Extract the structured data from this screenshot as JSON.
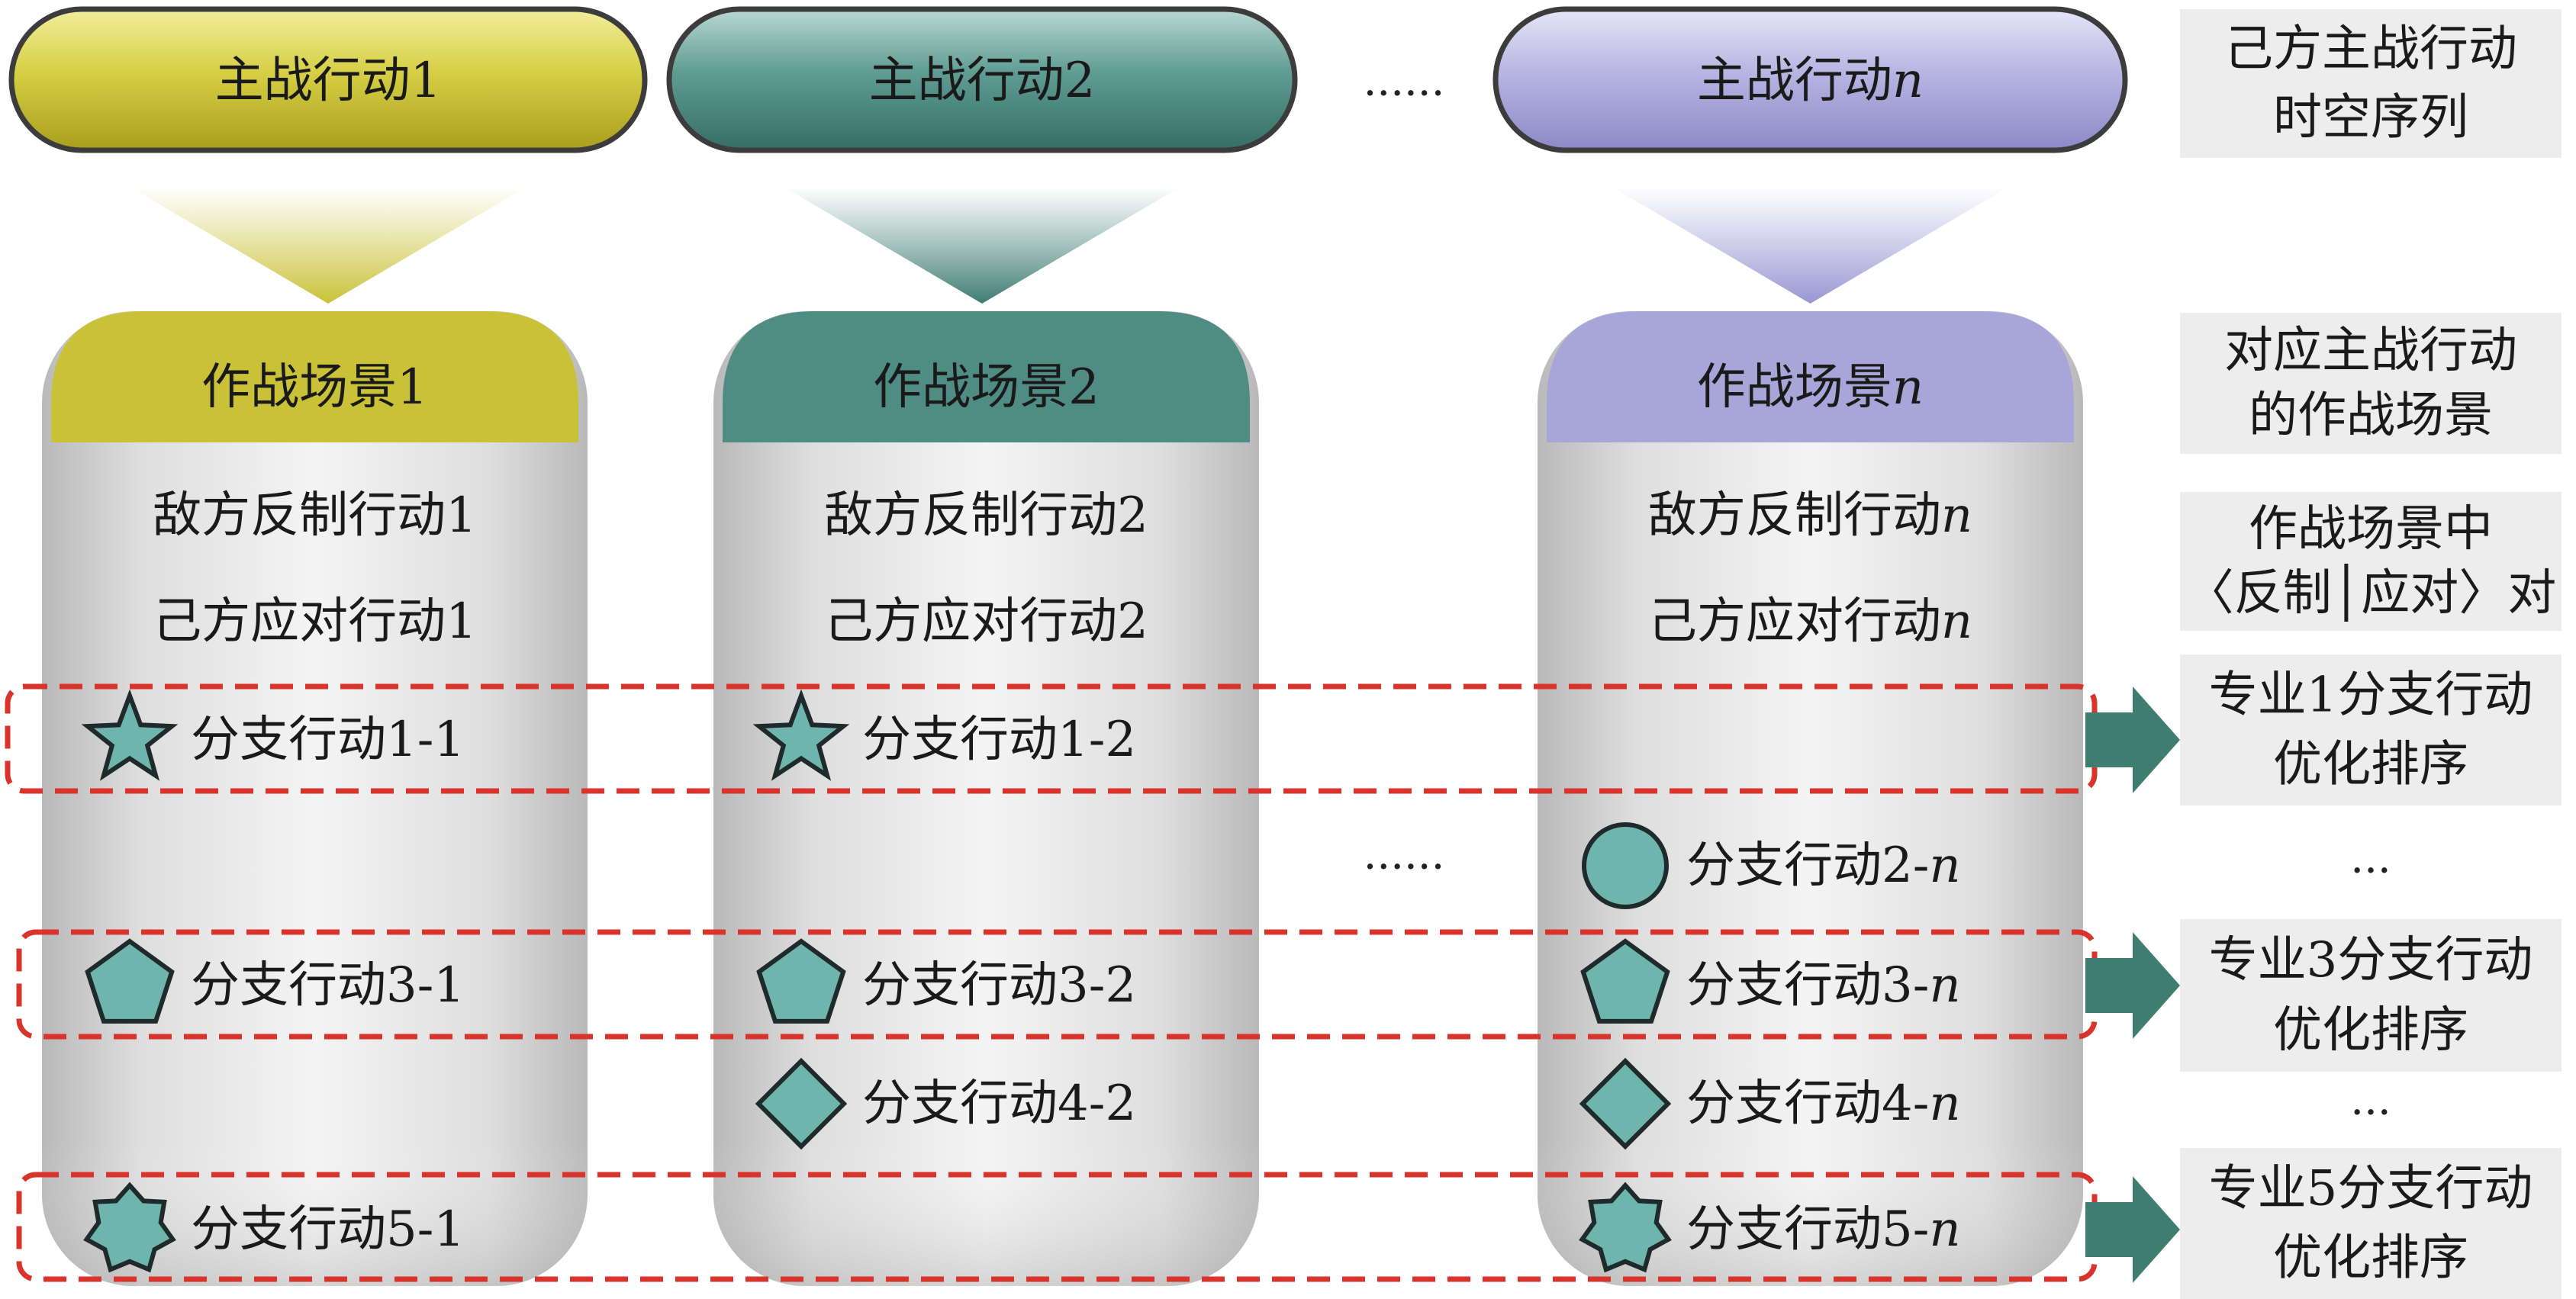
{
  "colors": {
    "olive": "#c9c239",
    "teal": "#4f8c84",
    "lavender": "#a8a6d8",
    "shape_fill": "#6eb5ad",
    "arrow_fill": "#3f7d73",
    "dash_red": "#d9342b",
    "side_box": "#ededed"
  },
  "dots": "......",
  "vertical_dots": "...",
  "columns": [
    {
      "main_prefix": "主战行动",
      "main_suffix": "1",
      "main_italic": false,
      "scene_prefix": "作战场景",
      "scene_suffix": "1",
      "enemy_prefix": "敌方反制行动",
      "enemy_suffix": "1",
      "own_prefix": "己方应对行动",
      "own_suffix": "1",
      "branches": [
        {
          "row": 1,
          "shape": "star5",
          "prefix": "分支行动",
          "suffix": "1-1",
          "italic": false
        },
        {
          "row": 3,
          "shape": "pentagon",
          "prefix": "分支行动",
          "suffix": "3-1",
          "italic": false
        },
        {
          "row": 5,
          "shape": "star7",
          "prefix": "分支行动",
          "suffix": "5-1",
          "italic": false
        }
      ]
    },
    {
      "main_prefix": "主战行动",
      "main_suffix": "2",
      "main_italic": false,
      "scene_prefix": "作战场景",
      "scene_suffix": "2",
      "enemy_prefix": "敌方反制行动",
      "enemy_suffix": "2",
      "own_prefix": "己方应对行动",
      "own_suffix": "2",
      "branches": [
        {
          "row": 1,
          "shape": "star5",
          "prefix": "分支行动",
          "suffix": "1-2",
          "italic": false
        },
        {
          "row": 3,
          "shape": "pentagon",
          "prefix": "分支行动",
          "suffix": "3-2",
          "italic": false
        },
        {
          "row": 4,
          "shape": "diamond",
          "prefix": "分支行动",
          "suffix": "4-2",
          "italic": false
        }
      ]
    },
    {
      "main_prefix": "主战行动",
      "main_suffix": "n",
      "main_italic": true,
      "scene_prefix": "作战场景",
      "scene_suffix": "n",
      "enemy_prefix": "敌方反制行动",
      "enemy_suffix": "n",
      "own_prefix": "己方应对行动",
      "own_suffix": "n",
      "branches": [
        {
          "row": 2,
          "shape": "circle",
          "prefix": "分支行动",
          "suffix": "2-",
          "italic_part": "n"
        },
        {
          "row": 3,
          "shape": "pentagon",
          "prefix": "分支行动",
          "suffix": "3-",
          "italic_part": "n"
        },
        {
          "row": 4,
          "shape": "diamond",
          "prefix": "分支行动",
          "suffix": "4-",
          "italic_part": "n"
        },
        {
          "row": 5,
          "shape": "star7",
          "prefix": "分支行动",
          "suffix": "5-",
          "italic_part": "n"
        }
      ]
    }
  ],
  "side_labels": [
    {
      "lines": [
        "己方主战行动",
        "时空序列"
      ]
    },
    {
      "lines": [
        "对应主战行动",
        "的作战场景"
      ]
    },
    {
      "lines": [
        "作战场景中",
        "〈反制│应对〉对"
      ]
    },
    {
      "lines": [
        "专业1分支行动",
        "优化排序"
      ]
    },
    {
      "lines": [
        "专业3分支行动",
        "优化排序"
      ]
    },
    {
      "lines": [
        "专业5分支行动",
        "优化排序"
      ]
    }
  ]
}
